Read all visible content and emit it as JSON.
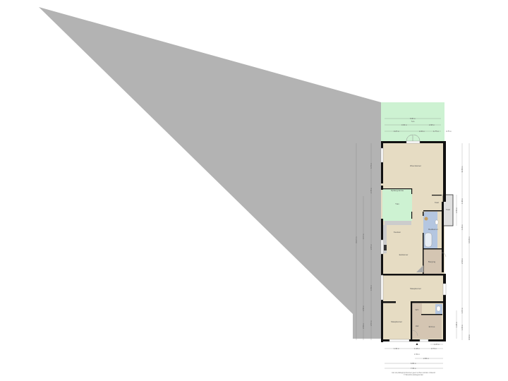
{
  "colors": {
    "lot": "#b3b3b3",
    "garden": "#cdf2d2",
    "living": "#e6dcc3",
    "bath": "#b4c6e0",
    "storage": "#d4c5b2",
    "wall": "#111111",
    "dim_line": "#777777"
  },
  "garden": {
    "label": "Tuin",
    "dims": [
      "5.80 m",
      "3.30 m",
      "2.08 m",
      "3.27 m",
      "2.26 m",
      "1.77 m",
      "0.75 m"
    ]
  },
  "rooms": [
    {
      "id": "woonkamer",
      "label": "Woonkamer"
    },
    {
      "id": "opbergruimte",
      "label": "Opbergruimte"
    },
    {
      "id": "tuin-serre",
      "label": "Tuin"
    },
    {
      "id": "keuken",
      "label": "Keuken"
    },
    {
      "id": "eetkamer",
      "label": "Eetkamer"
    },
    {
      "id": "badkamer",
      "label": "Badkamer"
    },
    {
      "id": "berging",
      "label": "Berging"
    },
    {
      "id": "kast1",
      "label": "Kast"
    },
    {
      "id": "kast2",
      "label": "Kast"
    },
    {
      "id": "wc",
      "label": "WC"
    },
    {
      "id": "slaapkamer-1",
      "label": "Slaapkamer"
    },
    {
      "id": "hal",
      "label": "Hal"
    },
    {
      "id": "slaapkamer-2",
      "label": "Slaapkamer"
    },
    {
      "id": "entree",
      "label": "Entree"
    }
  ],
  "left_dims": [
    "31.27 m",
    "4.75 m",
    "2.78 m",
    "3.17 m",
    "2.87 m",
    "3.49 m",
    "2.56 m",
    "2.63 m",
    "2.67 m"
  ],
  "right_dims": [
    "11.84 m",
    "14.09 m",
    "1.46 m",
    "1.55 m",
    "1.29 m",
    "2.94 m",
    "1.67 m",
    "1.26 m",
    "1.05 m",
    "3.12 m"
  ],
  "bottom_dims": [
    "1.07 m",
    "1.30 m",
    "1.18 m",
    "2.74 m",
    "1.53 m",
    "2.86 m",
    "6.86 m",
    "7.35 m"
  ],
  "footnote": [
    "Aan de plattegrond kunnen geen rechten worden ontleend",
    "© Woonfoto plattegronden"
  ]
}
